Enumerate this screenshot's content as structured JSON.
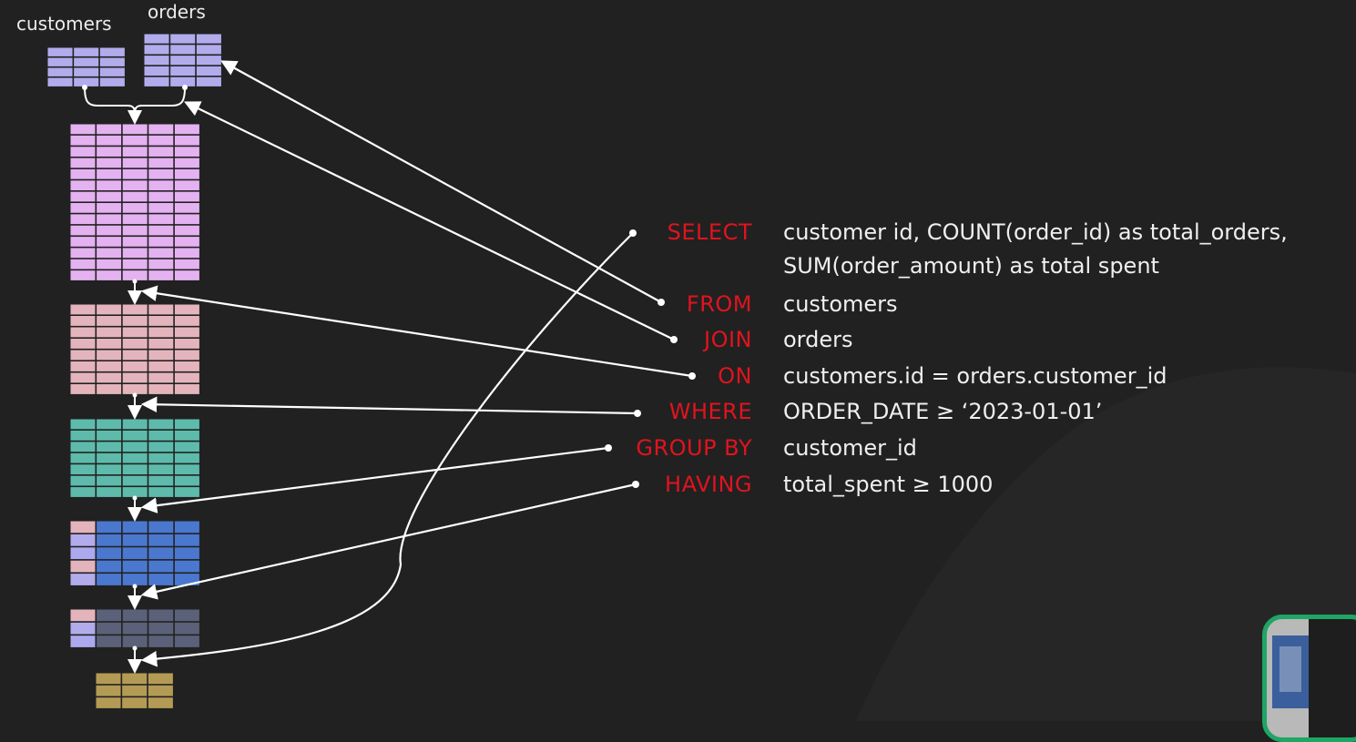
{
  "tables": {
    "customers_label": "customers",
    "orders_label": "orders"
  },
  "colors": {
    "background": "#212121",
    "keyword": "#e0141e",
    "clause_text": "#efefef",
    "arrow": "#ffffff",
    "source_tables": "#b2acec",
    "joined_table": "#e4b2f0",
    "on_table": "#e4b4bc",
    "where_table": "#5ebbab",
    "group_table": "#4b78cf",
    "having_table": "#5a6178",
    "select_table": "#b49b55",
    "webcam_border": "#1fa565"
  },
  "query": [
    {
      "keyword": "SELECT",
      "line1": "customer id, COUNT(order_id) as total_orders,",
      "line2": "SUM(order_amount) as total spent"
    },
    {
      "keyword": "FROM",
      "line1": "customers"
    },
    {
      "keyword": "JOIN",
      "line1": "orders"
    },
    {
      "keyword": "ON",
      "line1": "customers.id = orders.customer_id"
    },
    {
      "keyword": "WHERE",
      "line1": "ORDER_DATE  ≥  ‘2023-01-01’"
    },
    {
      "keyword": "GROUP BY",
      "line1": "customer_id"
    },
    {
      "keyword": "HAVING",
      "line1": "total_spent  ≥  1000"
    }
  ]
}
